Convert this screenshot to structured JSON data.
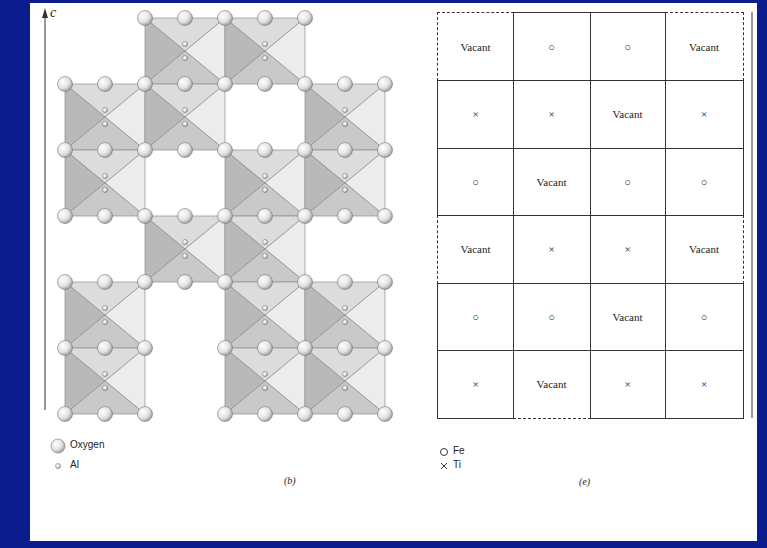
{
  "diagram": {
    "nodes": [
      {
        "text": [
          "Vacant"
        ]
      },
      {
        "text": [
          "○"
        ]
      },
      {
        "text": [
          "○"
        ]
      },
      {
        "text": [
          "Vacant"
        ]
      },
      {
        "text": [
          "×"
        ]
      },
      {
        "text": [
          "×"
        ]
      },
      {
        "text": [
          "Vacant"
        ]
      },
      {
        "text": [
          "×"
        ]
      },
      {
        "text": [
          "○"
        ]
      },
      {
        "text": [
          "Vacant"
        ]
      },
      {
        "text": [
          "○"
        ]
      },
      {
        "text": [
          "○"
        ]
      },
      {
        "text": [
          "Vacant"
        ]
      },
      {
        "text": [
          "×"
        ]
      },
      {
        "text": [
          "×"
        ]
      },
      {
        "text": [
          "Vacant"
        ]
      },
      {
        "text": [
          "○"
        ]
      },
      {
        "text": [
          "○"
        ]
      },
      {
        "text": [
          "Vacant"
        ]
      },
      {
        "text": [
          "○"
        ]
      },
      {
        "text": [
          "×"
        ]
      },
      {
        "text": [
          "Vacant"
        ]
      },
      {
        "text": [
          "×"
        ]
      },
      {
        "text": [
          "×"
        ]
      }
    ],
    "labels": [
      "c",
      "(b)",
      "(e)"
    ],
    "legend": [
      {
        "text": "Oxygen"
      },
      {
        "text": "Al"
      },
      {
        "text": "Fe"
      },
      {
        "text": "Ti"
      }
    ]
  }
}
